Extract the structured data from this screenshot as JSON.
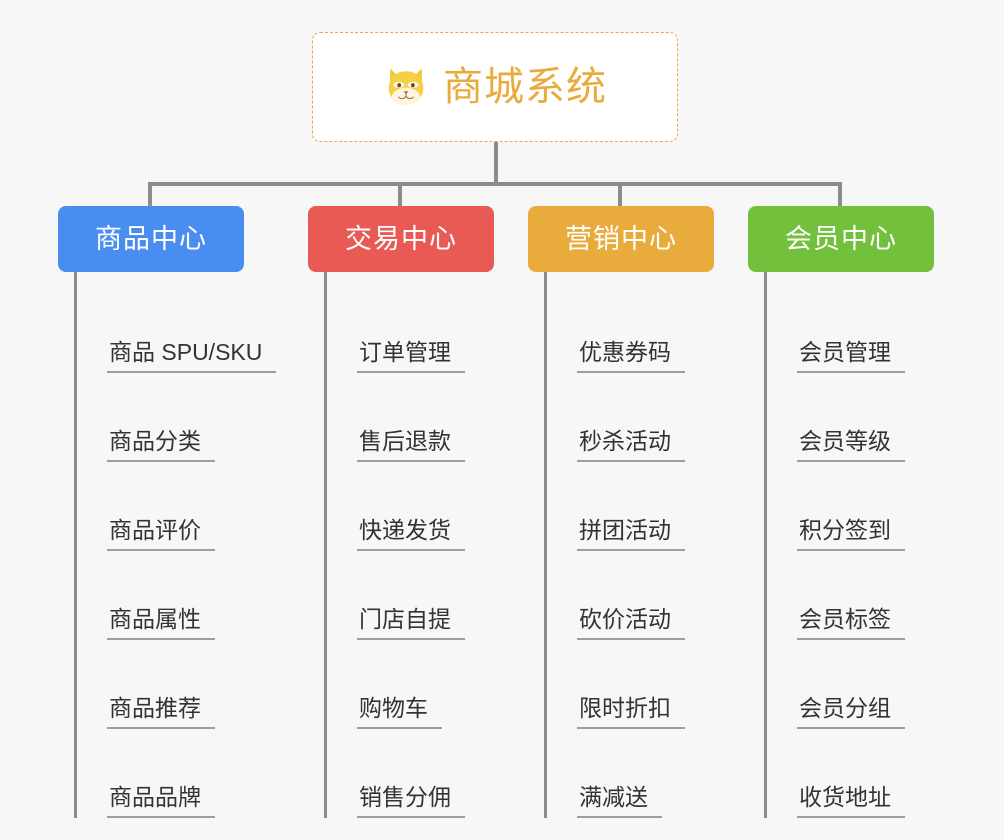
{
  "background_color": "#f7f7f7",
  "root": {
    "title": "商城系统",
    "icon": "shiba-dog-face-icon",
    "text_color": "#e9ab3c",
    "border_color": "#e9a93c",
    "fill_color": "#ffffff"
  },
  "connector_color": "#8c8c8c",
  "columns": [
    {
      "label": "商品中心",
      "color": "#4a8df0",
      "items": [
        "商品 SPU/SKU",
        "商品分类",
        "商品评价",
        "商品属性",
        "商品推荐",
        "商品品牌"
      ]
    },
    {
      "label": "交易中心",
      "color": "#e95a54",
      "items": [
        "订单管理",
        "售后退款",
        "快递发货",
        "门店自提",
        "购物车",
        "销售分佣"
      ]
    },
    {
      "label": "营销中心",
      "color": "#e9ab3c",
      "items": [
        "优惠券码",
        "秒杀活动",
        "拼团活动",
        "砍价活动",
        "限时折扣",
        "满减送"
      ]
    },
    {
      "label": "会员中心",
      "color": "#72c03c",
      "items": [
        "会员管理",
        "会员等级",
        "积分签到",
        "会员标签",
        "会员分组",
        "收货地址"
      ]
    }
  ]
}
